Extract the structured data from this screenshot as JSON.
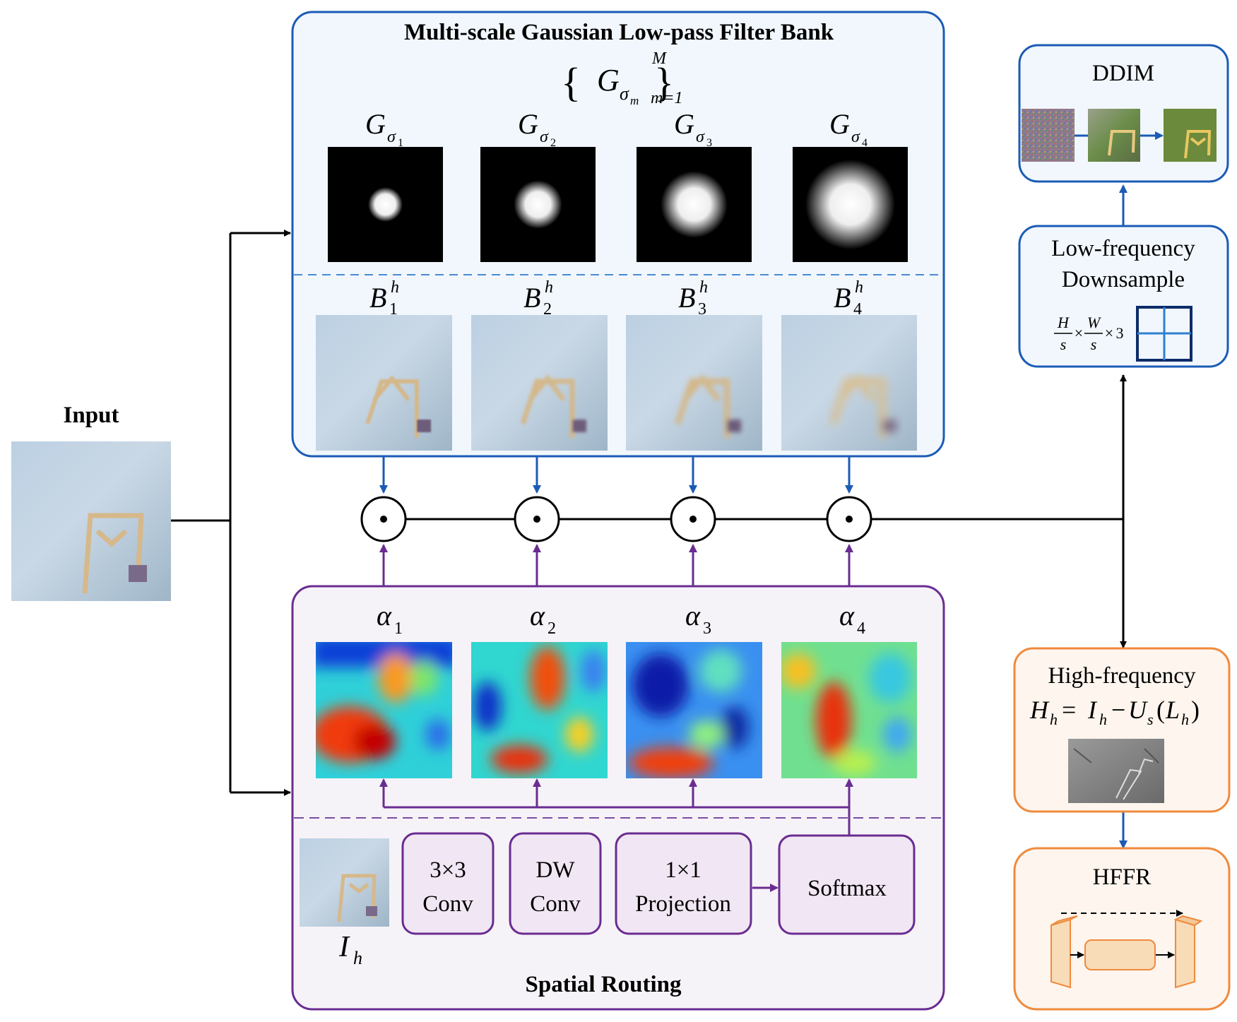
{
  "diagram": {
    "input_label": "Input",
    "filter_bank": {
      "title": "Multi-scale Gaussian Low-pass Filter Bank",
      "set_expr": {
        "sym": "G",
        "sub": "σ",
        "subsub": "m",
        "sup": "M",
        "lower": "m=1"
      },
      "kernels": [
        {
          "sym": "G",
          "sub": "σ",
          "idx": "1"
        },
        {
          "sym": "G",
          "sub": "σ",
          "idx": "2"
        },
        {
          "sym": "G",
          "sub": "σ",
          "idx": "3"
        },
        {
          "sym": "G",
          "sub": "σ",
          "idx": "4"
        }
      ],
      "bands": [
        {
          "sym": "B",
          "sup": "h",
          "sub": "1"
        },
        {
          "sym": "B",
          "sup": "h",
          "sub": "2"
        },
        {
          "sym": "B",
          "sup": "h",
          "sub": "3"
        },
        {
          "sym": "B",
          "sup": "h",
          "sub": "4"
        }
      ]
    },
    "routing": {
      "title": "Spatial Routing",
      "alphas": [
        {
          "sym": "α",
          "sub": "1"
        },
        {
          "sym": "α",
          "sub": "2"
        },
        {
          "sym": "α",
          "sub": "3"
        },
        {
          "sym": "α",
          "sub": "4"
        }
      ],
      "input_sym": {
        "sym": "I",
        "sub": "h"
      },
      "blocks": [
        {
          "line1": "3×3",
          "line2": "Conv"
        },
        {
          "line1": "DW",
          "line2": "Conv"
        },
        {
          "line1": "1×1",
          "line2": "Projection"
        },
        {
          "line1": "Softmax",
          "line2": ""
        }
      ]
    },
    "ddim": {
      "title": "DDIM"
    },
    "lowfreq": {
      "line1": "Low-frequency",
      "line2": "Downsample",
      "dims": [
        "H",
        "s",
        "W",
        "s",
        "×",
        "×",
        "3"
      ]
    },
    "highfreq": {
      "title": "High-frequency",
      "H": "H",
      "h": "h",
      "I": "I",
      "U": "U",
      "s": "s",
      "L": "L",
      "eq": "=",
      "minus": "−"
    },
    "hffr": {
      "title": "HFFR"
    },
    "product_symbol": "⊙",
    "colors": {
      "blue_box_border": "#1b5bb5",
      "blue_box_fill": "#f1f7fd",
      "purple_box_border": "#6a2c91",
      "purple_box_fill": "#f6f3f8",
      "orange_box_border": "#f08a3c",
      "orange_box_fill": "#fdf5ee",
      "hffr_fill": "#f8dcb8"
    }
  }
}
